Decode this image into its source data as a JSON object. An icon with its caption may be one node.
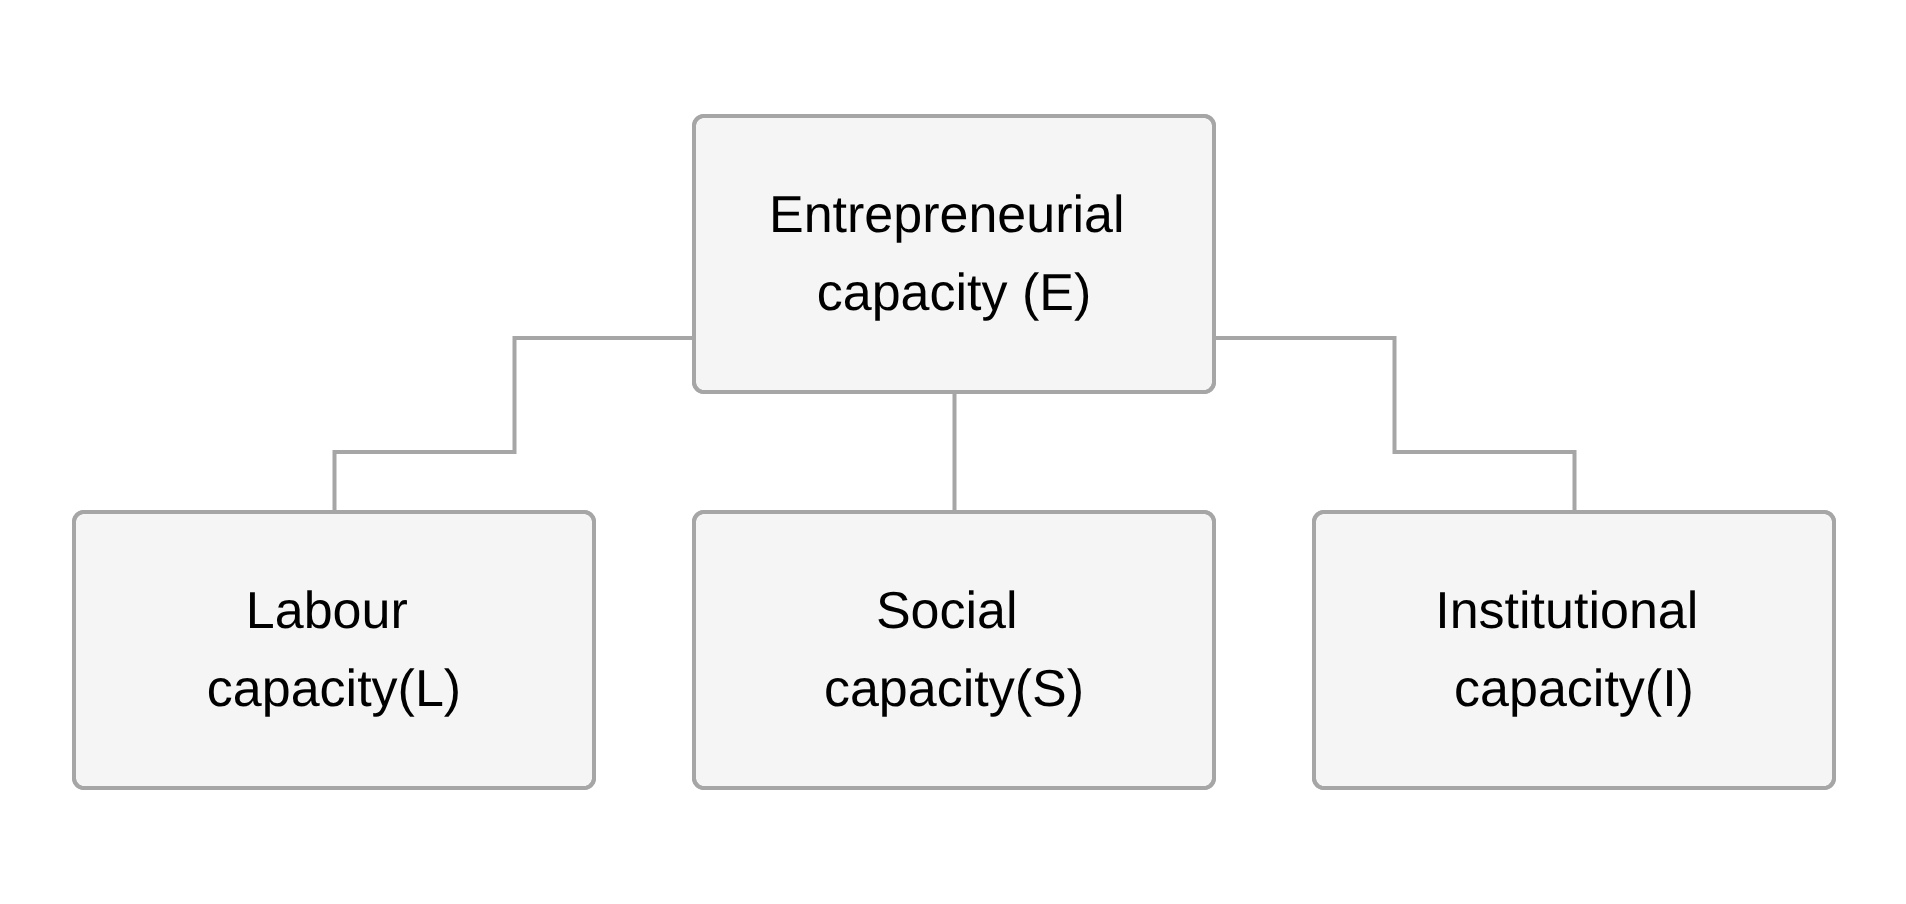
{
  "diagram": {
    "nodes": [
      {
        "text": [
          "Entrepreneurial capacity (E)"
        ]
      },
      {
        "text": [
          "Labour capacity(L)"
        ]
      },
      {
        "text": [
          "Social capacity(S)"
        ]
      },
      {
        "text": [
          "Institutional capacity(I)"
        ]
      }
    ],
    "edges": [
      {
        "from": 0,
        "to": 1,
        "arrow": "none"
      },
      {
        "from": 0,
        "to": 2,
        "arrow": "none"
      },
      {
        "from": 0,
        "to": 3,
        "arrow": "none"
      }
    ]
  }
}
